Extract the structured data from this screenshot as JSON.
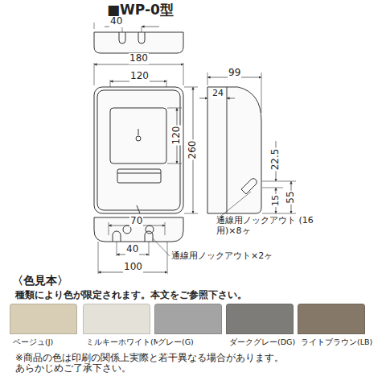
{
  "diagram": {
    "title": "■WP-0型",
    "labels": [
      "40",
      "180",
      "120",
      "120",
      "260",
      "99",
      "24",
      "22.5",
      "15",
      "55",
      "通線用ノックアウト (16用)×8ヶ",
      "70",
      "40",
      "100",
      "通線用ノックアウト×2ヶ",
      "〈色見本〉",
      "種類により色が限定されます。本文をご参照下さい。",
      "※商品の色は印刷の関係上実際と若干異なる場合があります。 あらかじめご了承下さい。"
    ],
    "legend": [
      {
        "text": "ベージュ(J)",
        "color": "#d8ceb6"
      },
      {
        "text": "ミルキーホワイト(M)",
        "color": "#e4e1d8"
      },
      {
        "text": "グレー(G)",
        "color": "#a4a4a4"
      },
      {
        "text": "ダークグレー(DG)",
        "color": "#7e7c78"
      },
      {
        "text": "ライトブラウン(LB)",
        "color": "#857868"
      }
    ]
  }
}
